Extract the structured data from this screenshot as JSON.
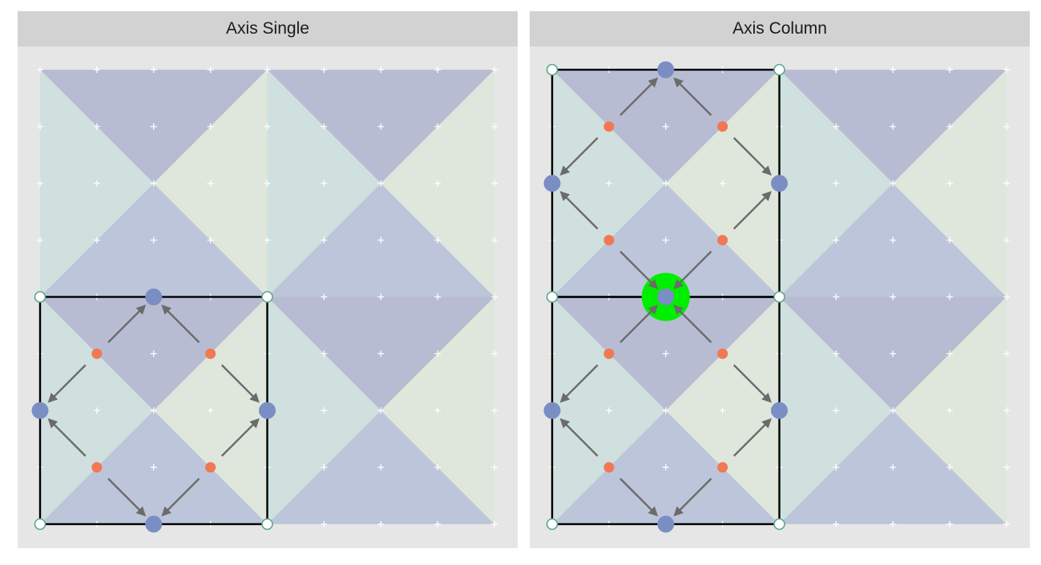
{
  "figure": {
    "background": "#ffffff",
    "panel_background": "#e6e6e6",
    "strip_background": "#d2d2d2"
  },
  "colors": {
    "triangle_top": "#b8bcd3",
    "triangle_bottom": "#bcc5d9",
    "triangle_left": "#cfe0de",
    "triangle_right": "#dfe6dc",
    "grid_cross": "#ffffff",
    "cell_border": "#000000",
    "corner_point_stroke": "#5aa88a",
    "edge_point": "#7b8ec4",
    "inner_point": "#f07852",
    "arrow": "#6b6b6b",
    "highlight": "#00ee00"
  },
  "chart_data": [
    {
      "type": "scatter",
      "title": "Axis Single",
      "xlim": [
        0,
        4
      ],
      "ylim": [
        0,
        4
      ],
      "tiles": [
        {
          "x0": 0,
          "y0": 0
        },
        {
          "x0": 2,
          "y0": 0
        },
        {
          "x0": 0,
          "y0": 2
        },
        {
          "x0": 2,
          "y0": 2
        }
      ],
      "cells": [
        {
          "x0": 0,
          "y0": 0,
          "x1": 2,
          "y1": 2
        }
      ],
      "corner_points": [
        [
          0,
          0
        ],
        [
          2,
          0
        ],
        [
          0,
          2
        ],
        [
          2,
          2
        ]
      ],
      "edge_points": [
        [
          1,
          0
        ],
        [
          0,
          1
        ],
        [
          2,
          1
        ],
        [
          1,
          2
        ]
      ],
      "inner_points": [
        [
          0.5,
          0.5
        ],
        [
          1.5,
          0.5
        ],
        [
          0.5,
          1.5
        ],
        [
          1.5,
          1.5
        ]
      ],
      "arrows": [
        {
          "from": [
            0.5,
            0.5
          ],
          "to": [
            1,
            0
          ]
        },
        {
          "from": [
            1.5,
            0.5
          ],
          "to": [
            1,
            0
          ]
        },
        {
          "from": [
            0.5,
            0.5
          ],
          "to": [
            0,
            1
          ]
        },
        {
          "from": [
            0.5,
            1.5
          ],
          "to": [
            0,
            1
          ]
        },
        {
          "from": [
            1.5,
            0.5
          ],
          "to": [
            2,
            1
          ]
        },
        {
          "from": [
            1.5,
            1.5
          ],
          "to": [
            2,
            1
          ]
        },
        {
          "from": [
            0.5,
            1.5
          ],
          "to": [
            1,
            2
          ]
        },
        {
          "from": [
            1.5,
            1.5
          ],
          "to": [
            1,
            2
          ]
        }
      ],
      "highlight_points": []
    },
    {
      "type": "scatter",
      "title": "Axis Column",
      "xlim": [
        0,
        4
      ],
      "ylim": [
        0,
        4
      ],
      "tiles": [
        {
          "x0": 0,
          "y0": 0
        },
        {
          "x0": 2,
          "y0": 0
        },
        {
          "x0": 0,
          "y0": 2
        },
        {
          "x0": 2,
          "y0": 2
        }
      ],
      "cells": [
        {
          "x0": 0,
          "y0": 0,
          "x1": 2,
          "y1": 2
        },
        {
          "x0": 0,
          "y0": 2,
          "x1": 2,
          "y1": 4
        }
      ],
      "corner_points": [
        [
          0,
          0
        ],
        [
          2,
          0
        ],
        [
          0,
          2
        ],
        [
          2,
          2
        ],
        [
          0,
          4
        ],
        [
          2,
          4
        ]
      ],
      "edge_points": [
        [
          1,
          0
        ],
        [
          0,
          1
        ],
        [
          2,
          1
        ],
        [
          1,
          2
        ],
        [
          0,
          3
        ],
        [
          2,
          3
        ],
        [
          1,
          4
        ]
      ],
      "inner_points": [
        [
          0.5,
          0.5
        ],
        [
          1.5,
          0.5
        ],
        [
          0.5,
          1.5
        ],
        [
          1.5,
          1.5
        ],
        [
          0.5,
          2.5
        ],
        [
          1.5,
          2.5
        ],
        [
          0.5,
          3.5
        ],
        [
          1.5,
          3.5
        ]
      ],
      "arrows": [
        {
          "from": [
            0.5,
            0.5
          ],
          "to": [
            1,
            0
          ]
        },
        {
          "from": [
            1.5,
            0.5
          ],
          "to": [
            1,
            0
          ]
        },
        {
          "from": [
            0.5,
            0.5
          ],
          "to": [
            0,
            1
          ]
        },
        {
          "from": [
            0.5,
            1.5
          ],
          "to": [
            0,
            1
          ]
        },
        {
          "from": [
            1.5,
            0.5
          ],
          "to": [
            2,
            1
          ]
        },
        {
          "from": [
            1.5,
            1.5
          ],
          "to": [
            2,
            1
          ]
        },
        {
          "from": [
            0.5,
            1.5
          ],
          "to": [
            1,
            2
          ]
        },
        {
          "from": [
            1.5,
            1.5
          ],
          "to": [
            1,
            2
          ]
        },
        {
          "from": [
            0.5,
            2.5
          ],
          "to": [
            1,
            2
          ]
        },
        {
          "from": [
            1.5,
            2.5
          ],
          "to": [
            1,
            2
          ]
        },
        {
          "from": [
            0.5,
            2.5
          ],
          "to": [
            0,
            3
          ]
        },
        {
          "from": [
            0.5,
            3.5
          ],
          "to": [
            0,
            3
          ]
        },
        {
          "from": [
            1.5,
            2.5
          ],
          "to": [
            2,
            3
          ]
        },
        {
          "from": [
            1.5,
            3.5
          ],
          "to": [
            2,
            3
          ]
        },
        {
          "from": [
            0.5,
            3.5
          ],
          "to": [
            1,
            4
          ]
        },
        {
          "from": [
            1.5,
            3.5
          ],
          "to": [
            1,
            4
          ]
        }
      ],
      "highlight_points": [
        [
          1,
          2
        ]
      ]
    }
  ]
}
